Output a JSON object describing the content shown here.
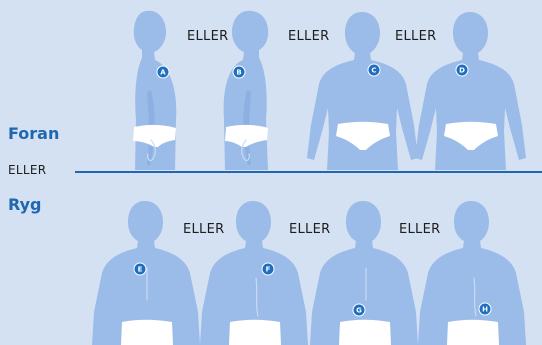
{
  "sections": {
    "front": "Foran",
    "back": "Ryg"
  },
  "separator_word": "ELLER",
  "between_sections_word": "ELLER",
  "markers": {
    "a": "A",
    "b": "B",
    "c": "C",
    "d": "D",
    "e": "E",
    "f": "F",
    "g": "G",
    "h": "H"
  },
  "colors": {
    "background": "#d3e1f2",
    "figure": "#9bbbe8",
    "accent": "#1f68b0",
    "marker": "#1f6fc0"
  }
}
